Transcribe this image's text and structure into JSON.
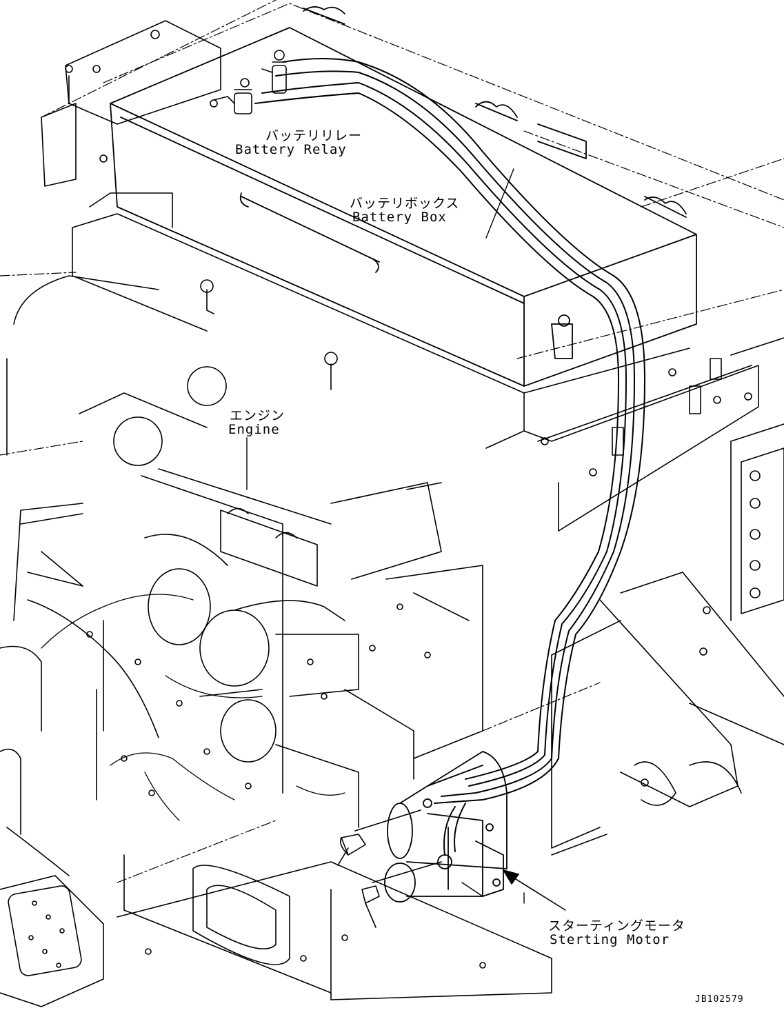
{
  "labels": {
    "battery_relay": {
      "jp": "バッテリリレー",
      "en": "Battery Relay"
    },
    "battery_box": {
      "jp": "バッテリボックス",
      "en": "Battery Box"
    },
    "engine": {
      "jp": "エンジン",
      "en": "Engine"
    },
    "starting_motor": {
      "jp": "スターティングモータ",
      "en": "Sterting Motor"
    }
  },
  "drawing_code": "JB102579"
}
